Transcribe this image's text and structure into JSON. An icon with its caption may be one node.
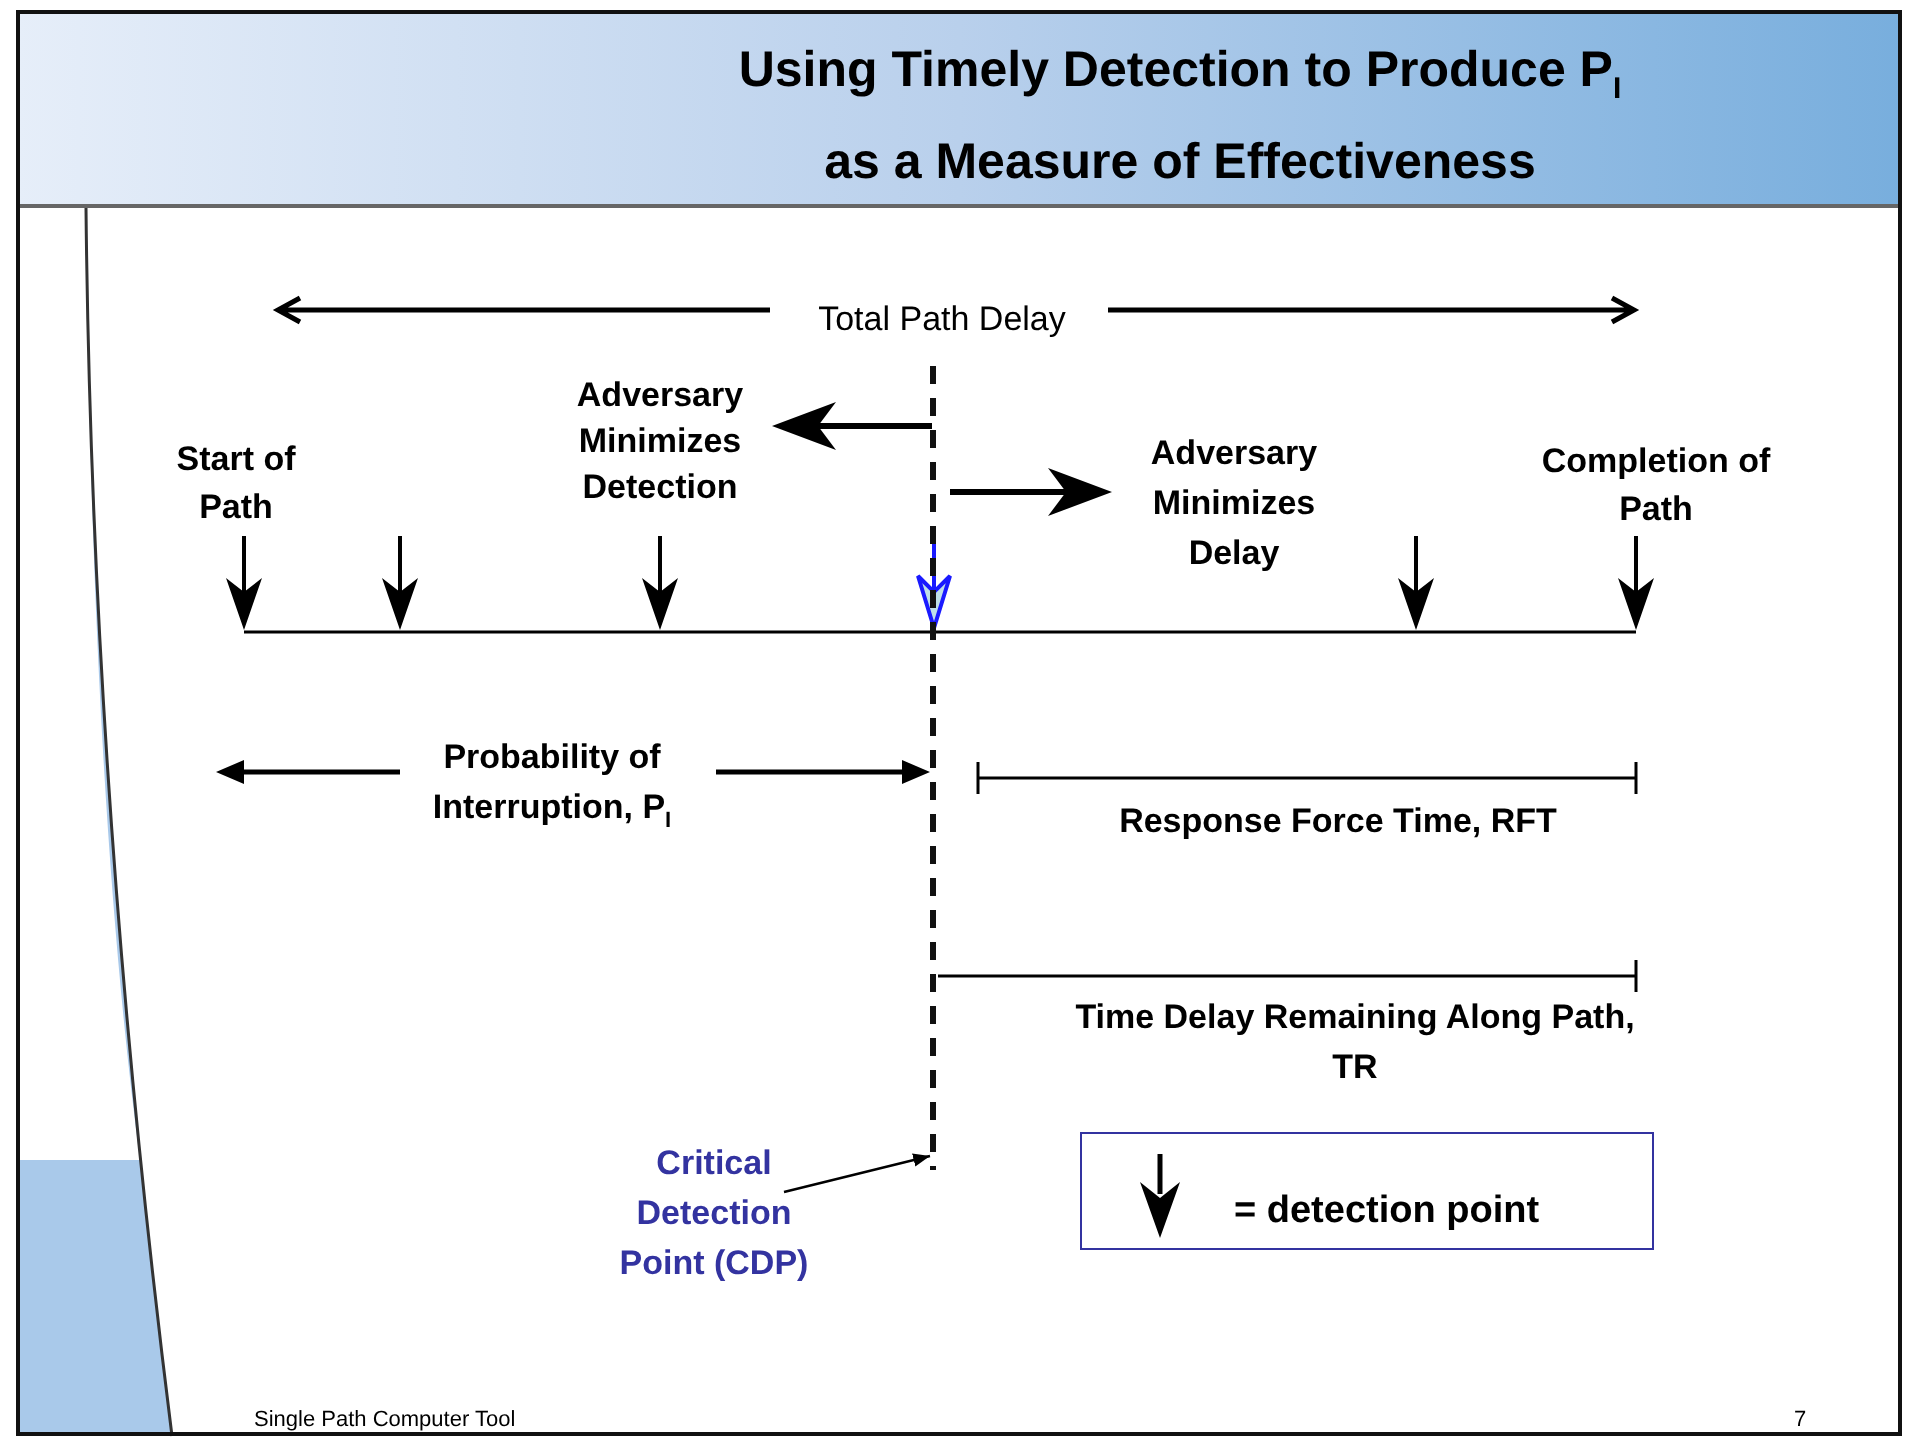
{
  "diagram": {
    "title": "Using Timely Detection to Produce P$_{I}$ as a Measure of Effectiveness",
    "nodes": [
      {
        "text": [
          "Critical Detection Point (CDP)"
        ]
      },
      {
        "text": [],
        "shape": "bar"
      }
    ],
    "edges": [
      {
        "from": 0,
        "to": 1,
        "arrow": "to"
      }
    ],
    "labels": [
      "Total Path Delay",
      "Adversary Minimizes Detection",
      "Start of Path",
      "Adversary Minimizes Delay",
      "Completion of Path",
      "Probability of Interruption, P$_{I}$",
      "Response Force Time, RFT",
      "Time Delay Remaining Along Path, TR",
      "Single Path Computer Tool",
      "7"
    ],
    "legend": [
      {
        "text": "= detection point"
      }
    ]
  }
}
